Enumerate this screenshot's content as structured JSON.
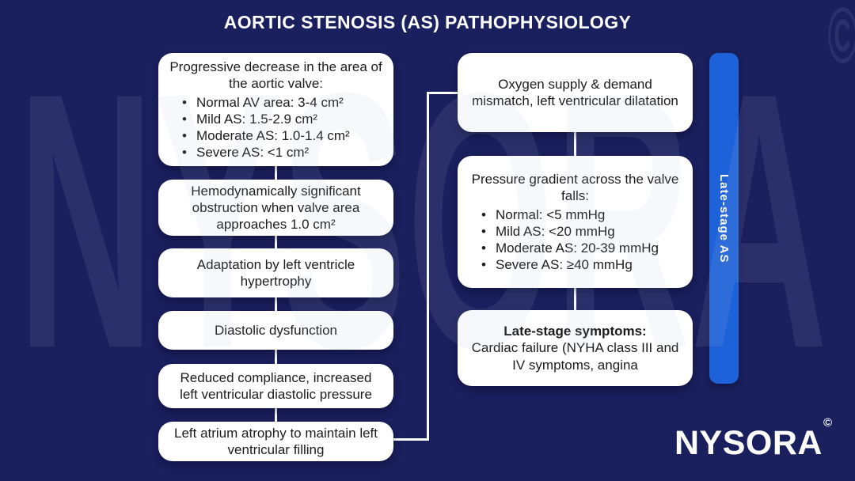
{
  "title": "AORTIC STENOSIS (AS) PATHOPHYSIOLOGY",
  "colors": {
    "background": "#1a1f5e",
    "box_background": "#ffffff",
    "box_text": "#1c1c1c",
    "accent_bar": "#1e62d9",
    "connector": "#ffffff",
    "title_color": "#ffffff"
  },
  "left_column": {
    "boxes": [
      {
        "heading": "Progressive decrease in the area of the aortic valve:",
        "bullets": [
          "Normal AV area: 3-4 cm²",
          "Mild AS: 1.5-2.9 cm²",
          "Moderate AS: 1.0-1.4 cm²",
          "Severe AS: <1 cm²"
        ]
      },
      {
        "text": "Hemodynamically significant obstruction when valve area approaches 1.0 cm²"
      },
      {
        "text": "Adaptation by left ventricle hypertrophy"
      },
      {
        "text": "Diastolic dysfunction"
      },
      {
        "text": "Reduced compliance, increased left ventricular diastolic pressure"
      },
      {
        "text": "Left atrium atrophy to maintain left ventricular filling"
      }
    ]
  },
  "right_column": {
    "boxes": [
      {
        "text": "Oxygen supply & demand mismatch, left ventricular dilatation"
      },
      {
        "heading": "Pressure gradient across the valve falls:",
        "bullets": [
          "Normal: <5 mmHg",
          "Mild AS: <20 mmHg",
          "Moderate AS: 20-39 mmHg",
          "Severe AS: ≥40 mmHg"
        ]
      },
      {
        "bold_heading": "Late-stage symptoms:",
        "text": "Cardiac failure (NYHA class III and IV symptoms, angina"
      }
    ]
  },
  "side_bar": {
    "label": "Late-stage AS"
  },
  "watermark": {
    "text": "NYSORA",
    "mark": "©"
  },
  "logo": {
    "text": "NYSORA",
    "mark": "©"
  }
}
